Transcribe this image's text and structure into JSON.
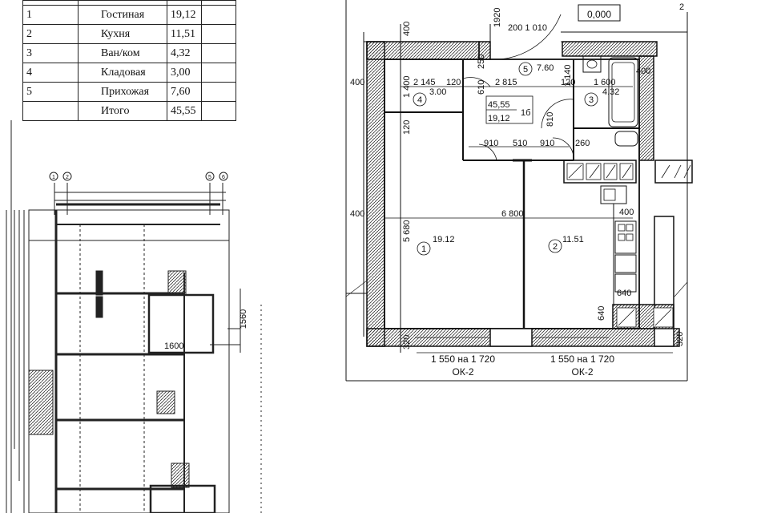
{
  "table": {
    "rows": [
      {
        "num": "1",
        "name": "Гостиная",
        "area": "19,12"
      },
      {
        "num": "2",
        "name": "Кухня",
        "area": "11,51"
      },
      {
        "num": "3",
        "name": "Ван/ком",
        "area": "4,32"
      },
      {
        "num": "4",
        "name": "Кладовая",
        "area": "3,00"
      },
      {
        "num": "5",
        "name": "Прихожая",
        "area": "7,60"
      }
    ],
    "total_label": "Итого",
    "total_area": "45,55"
  },
  "floor_level": "0,000",
  "corner_mark": "2",
  "plan": {
    "rooms": [
      {
        "id": "1",
        "area": "19.12"
      },
      {
        "id": "2",
        "area": "11.51"
      },
      {
        "id": "3",
        "area": "4.32"
      },
      {
        "id": "4",
        "area": "3.00"
      },
      {
        "id": "5",
        "area": "7.60"
      }
    ],
    "summary_total": "45,55",
    "summary_living": "19,12",
    "summary_code": "1б",
    "dims": {
      "d400_top": "400",
      "d400_left": "400",
      "d400_left2": "400",
      "d400_right": "400",
      "d400_right2": "400",
      "d1400": "1 400",
      "d2145": "2 145",
      "d120a": "120",
      "d610": "610",
      "d2815": "2 815",
      "d1140": "1 140",
      "d120b": "120",
      "d1600": "1 600",
      "d250": "250",
      "d200_1010": "200 1 010",
      "d120c": "120",
      "d810": "810",
      "d910a": "910",
      "d510": "510",
      "d910b": "910",
      "d260": "260",
      "d5680": "5 680",
      "d6800": "6 800",
      "d640a": "640",
      "d640b": "640",
      "d320a": "320",
      "d320b": "320",
      "d1920": "1920"
    },
    "windows": [
      {
        "size": "1 550 на 1 720",
        "type": "ОК-2"
      },
      {
        "size": "1 550 на 1 720",
        "type": "ОК-2"
      }
    ]
  },
  "overview": {
    "axes": [
      "1",
      "2",
      "5",
      "6"
    ],
    "dims": {
      "d1560": "1560",
      "d1600": "1600"
    }
  }
}
